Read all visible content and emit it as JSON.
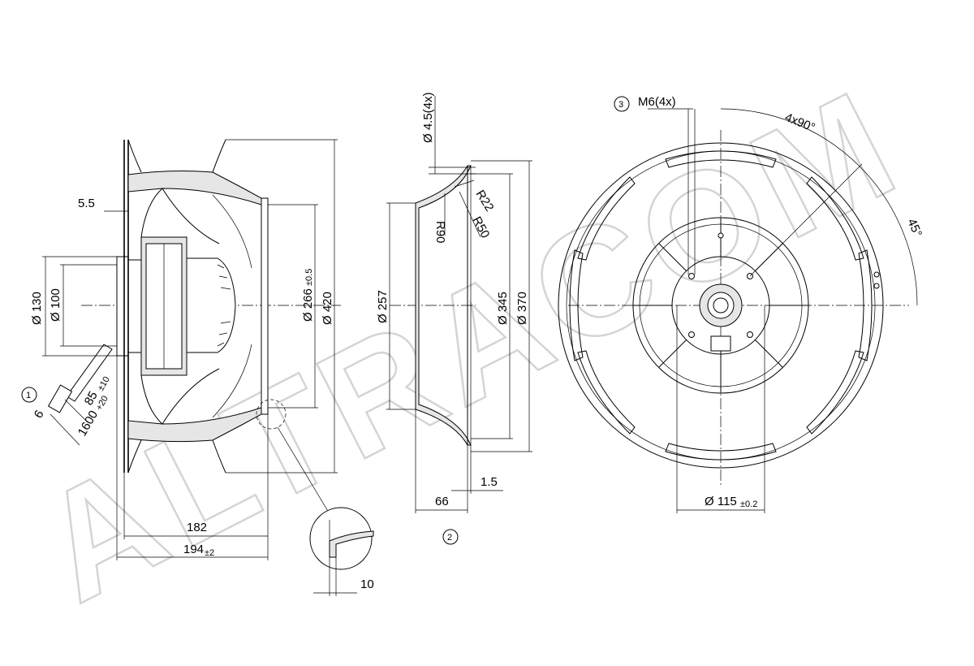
{
  "watermark": {
    "text": "ALTRACOM",
    "color": "#d4d4d4"
  },
  "callouts": {
    "c1": "1",
    "c2": "2",
    "c3": "3"
  },
  "side_view": {
    "dim_5_5": "5.5",
    "dim_130": "Ø 130",
    "dim_100": "Ø 100",
    "dim_6": "6",
    "dim_85": "85",
    "dim_85_tol": "±10",
    "dim_1600": "1600",
    "dim_1600_tol": "+20",
    "dim_266": "Ø 266",
    "dim_266_tol": "±0.5",
    "dim_420": "Ø 420",
    "dim_182": "182",
    "dim_194": "194",
    "dim_194_tol": "±2",
    "dim_10": "10"
  },
  "nozzle_view": {
    "dim_4_5": "Ø 4.5(4x)",
    "dim_r22": "R22",
    "dim_r90": "R90",
    "dim_r50": "R50",
    "dim_257": "Ø 257",
    "dim_345": "Ø 345",
    "dim_370": "Ø 370",
    "dim_66": "66",
    "dim_1_5": "1.5"
  },
  "front_view": {
    "dim_m6": "M6(4x)",
    "dim_4x90": "4x90°",
    "dim_45": "45°",
    "dim_115": "Ø 115",
    "dim_115_tol": "±0.2"
  }
}
